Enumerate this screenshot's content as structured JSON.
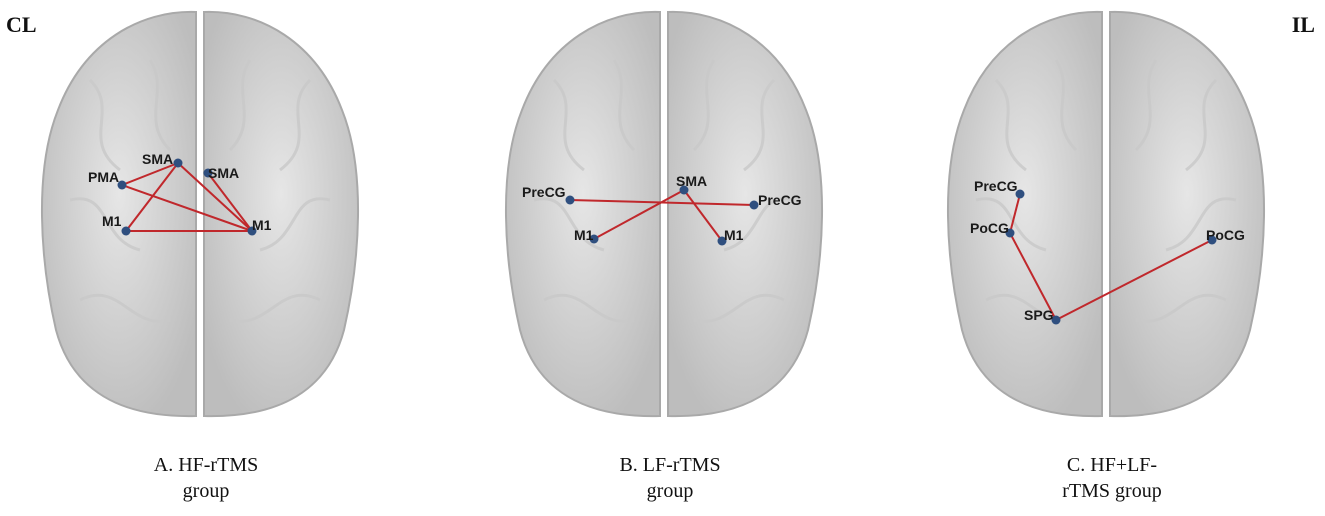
{
  "orientation": {
    "left": "CL",
    "right": "IL"
  },
  "panels": [
    {
      "caption": [
        "A. HF-rTMS",
        "group"
      ],
      "nodes": [
        "SMA",
        "SMA",
        "PMA",
        "M1",
        "M1"
      ],
      "edges": [
        [
          "PMA",
          "SMA"
        ],
        [
          "SMA",
          "M1"
        ],
        [
          "SMA",
          "M1"
        ],
        [
          "PMA",
          "M1"
        ],
        [
          "SMA",
          "M1"
        ],
        [
          "M1",
          "M1"
        ]
      ]
    },
    {
      "caption": [
        "B. LF-rTMS",
        "group"
      ],
      "nodes": [
        "SMA",
        "PreCG",
        "PreCG",
        "M1",
        "M1"
      ],
      "edges": [
        [
          "PreCG",
          "PreCG"
        ],
        [
          "SMA",
          "M1"
        ],
        [
          "SMA",
          "M1"
        ]
      ]
    },
    {
      "caption": [
        "C. HF+LF-",
        "rTMS group"
      ],
      "nodes": [
        "PreCG",
        "PoCG",
        "PoCG",
        "SPG"
      ],
      "edges": [
        [
          "PreCG",
          "PoCG"
        ],
        [
          "PoCG",
          "SPG"
        ],
        [
          "SPG",
          "PoCG"
        ]
      ]
    }
  ],
  "colors": {
    "edge": "#c0282c",
    "node": "#2f4f7f",
    "brain_fill": "#d4d4d4",
    "brain_stroke": "#a9a9a9"
  }
}
